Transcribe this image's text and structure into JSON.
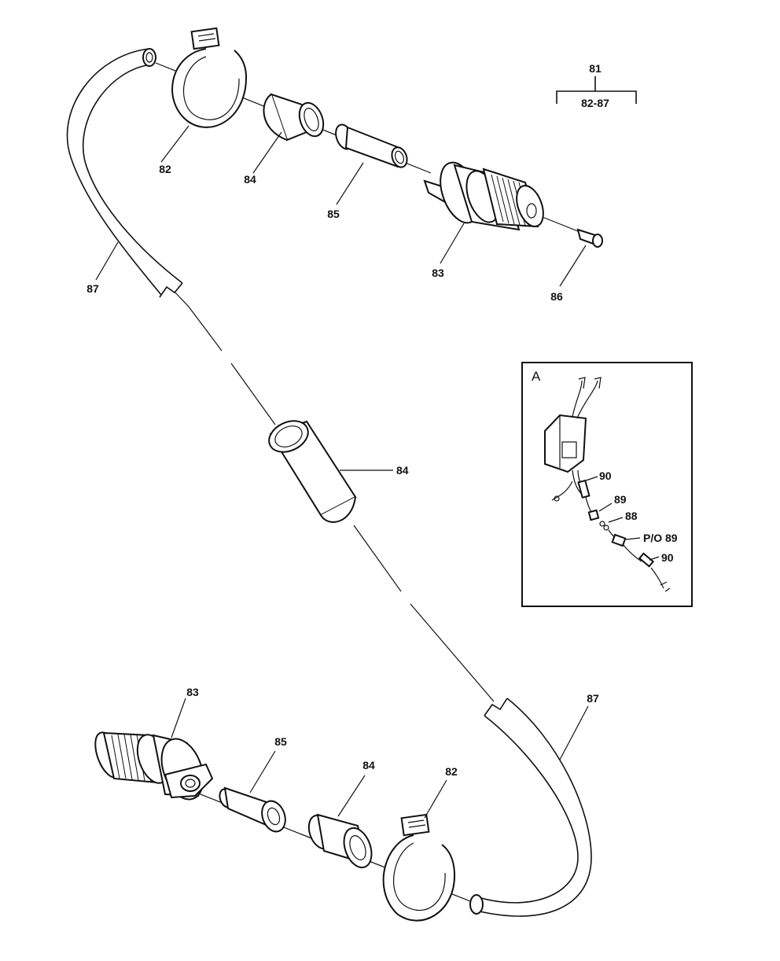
{
  "header_callout": {
    "top": "81",
    "bottom": "82-87"
  },
  "upper_assembly": {
    "clamp": "82",
    "sleeve": "84",
    "ferrule": "85",
    "connector": "83",
    "contact_pin": "86",
    "cable": "87"
  },
  "middle": {
    "sleeve": "84"
  },
  "lower_assembly": {
    "connector": "83",
    "ferrule": "85",
    "sleeve": "84",
    "clamp": "82",
    "cable": "87"
  },
  "inset": {
    "title": "A",
    "callouts": [
      "90",
      "89",
      "88",
      "P/O 89",
      "90"
    ]
  }
}
